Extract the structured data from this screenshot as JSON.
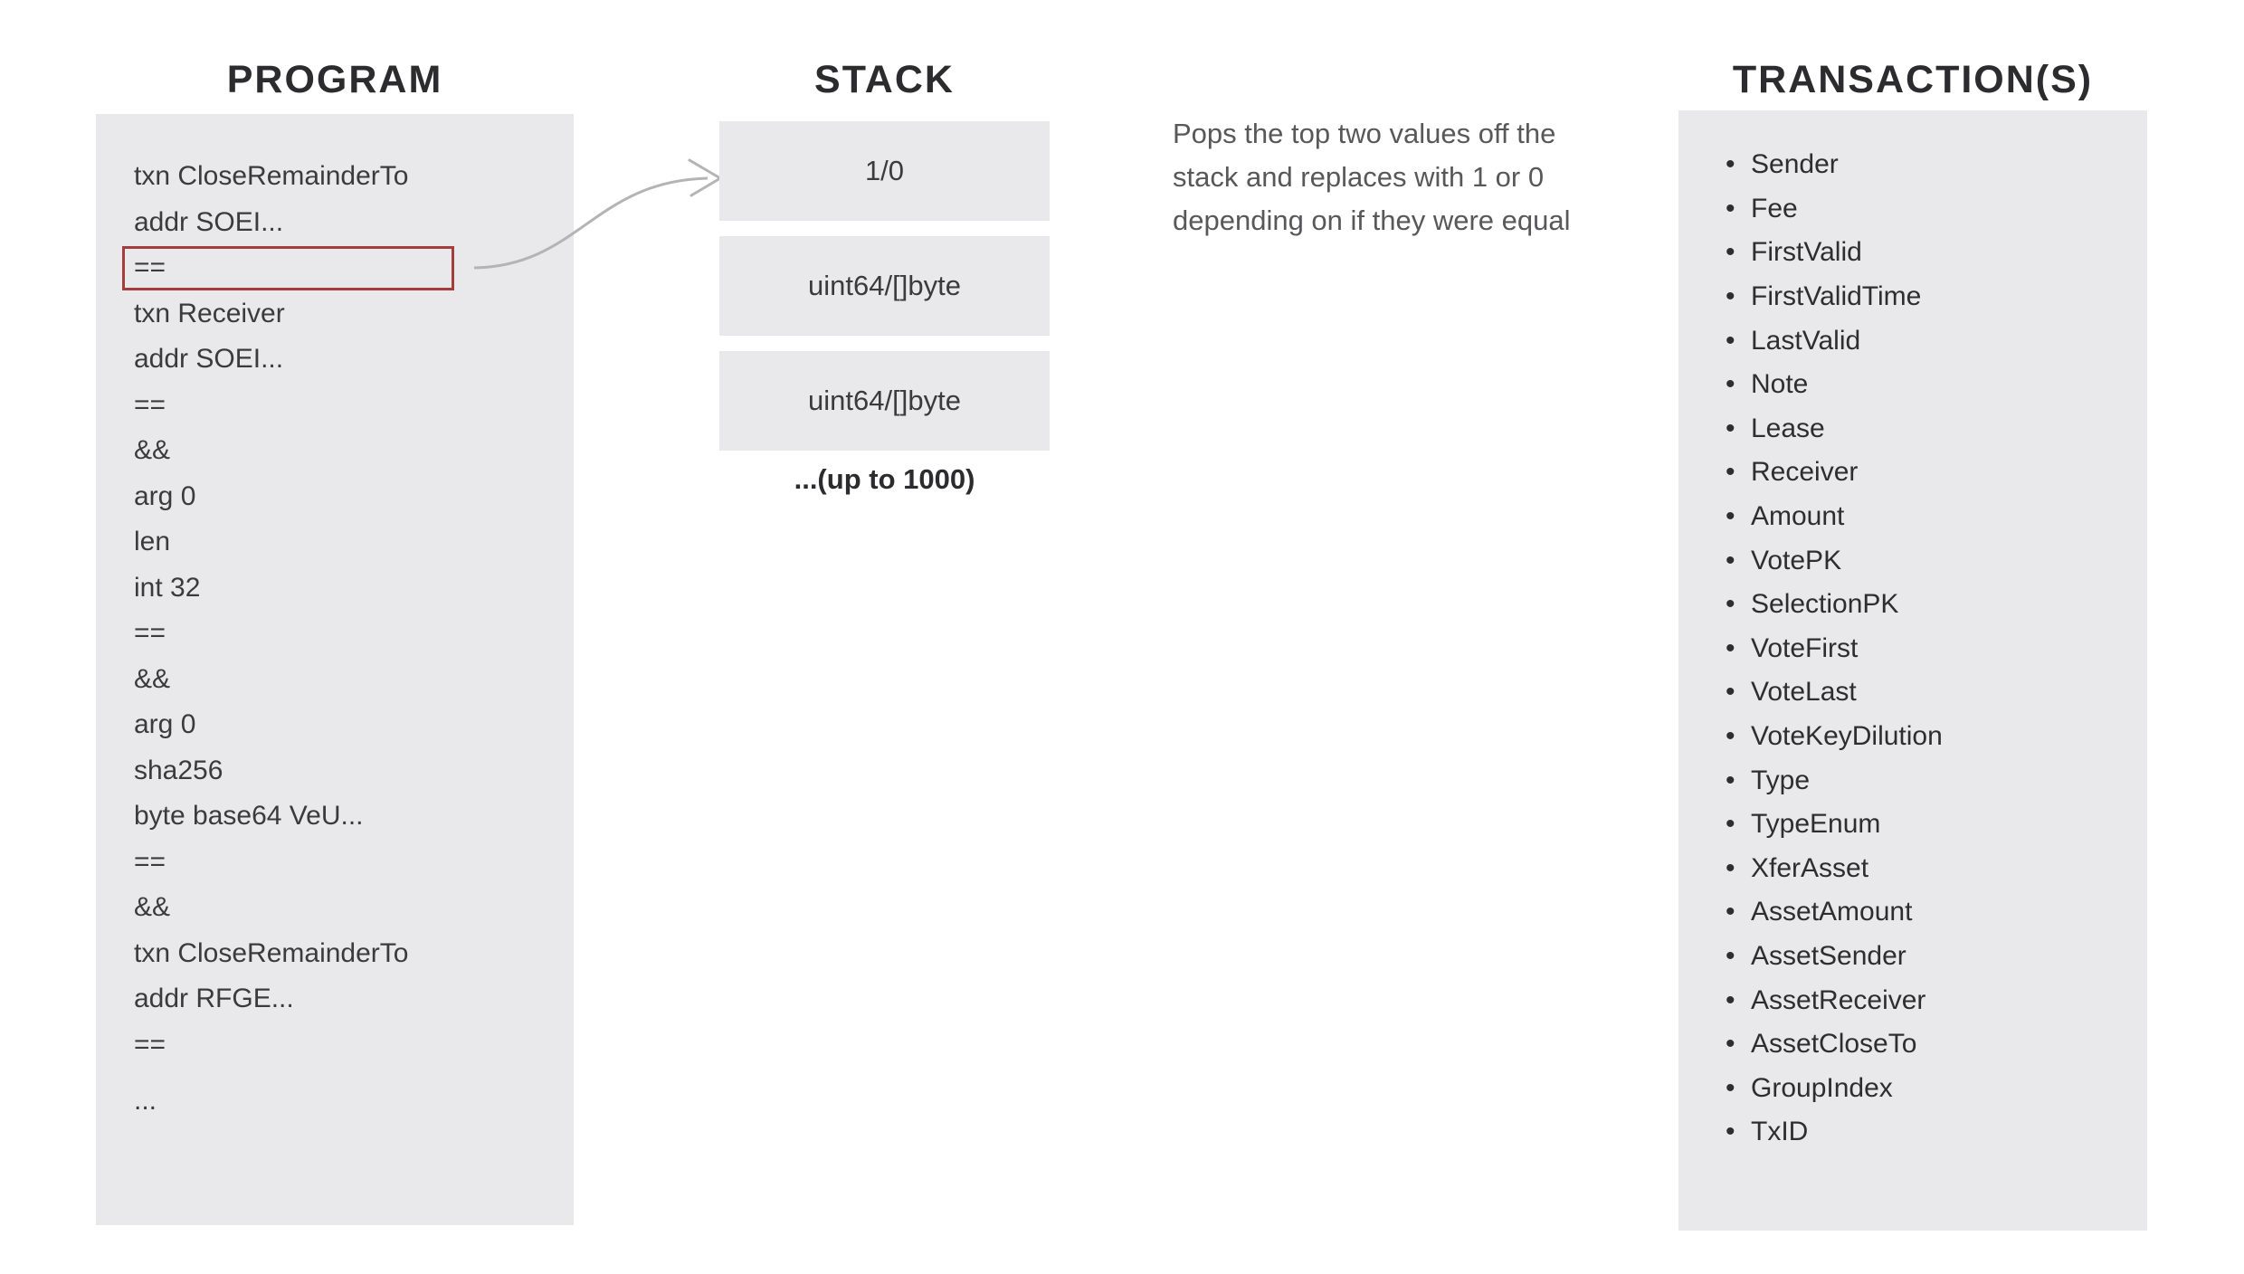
{
  "program": {
    "title": "PROGRAM",
    "lines": [
      "txn CloseRemainderTo",
      "addr SOEI...",
      "==",
      "txn Receiver",
      "addr SOEI...",
      "==",
      "&&",
      "arg 0",
      "len",
      "int 32",
      "==",
      "&&",
      "arg 0",
      "sha256",
      "byte base64 VeU...",
      "==",
      "&&",
      "txn CloseRemainderTo",
      "addr RFGE...",
      "==",
      "..."
    ],
    "highlighted_line_index": 2
  },
  "stack": {
    "title": "STACK",
    "boxes": [
      "1/0",
      "uint64/[]byte",
      "uint64/[]byte"
    ],
    "note": "...(up to 1000)"
  },
  "description": {
    "lines": [
      "Pops the top two values off the",
      "stack and replaces with 1 or 0",
      "depending on if they were equal"
    ]
  },
  "transactions": {
    "title": "TRANSACTION(S)",
    "bullet_icon": "•",
    "items": [
      "Sender",
      "Fee",
      "FirstValid",
      "FirstValidTime",
      "LastValid",
      "Note",
      "Lease",
      "Receiver",
      "Amount",
      "VotePK",
      "SelectionPK",
      "VoteFirst",
      "VoteLast",
      "VoteKeyDilution",
      "Type",
      "TypeEnum",
      "XferAsset",
      "AssetAmount",
      "AssetSender",
      "AssetReceiver",
      "AssetCloseTo",
      "GroupIndex",
      "TxID"
    ]
  },
  "colors": {
    "panel_bg": "#e9e9eb",
    "highlight_border": "#a33e3c",
    "arrow": "#b4b4b6"
  }
}
